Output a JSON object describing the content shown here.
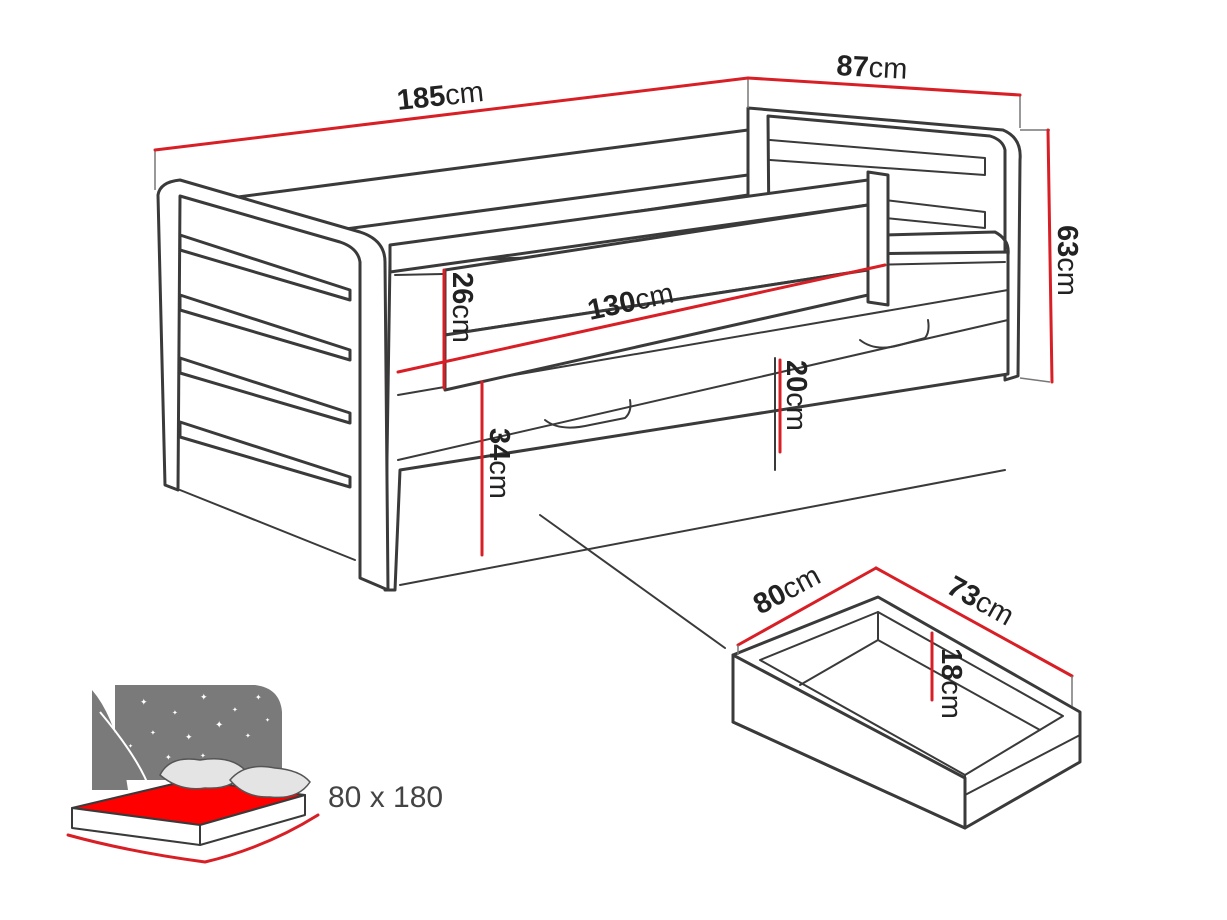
{
  "dimensions": {
    "length": {
      "value": "185",
      "unit": "cm"
    },
    "depth": {
      "value": "87",
      "unit": "cm"
    },
    "height": {
      "value": "63",
      "unit": "cm"
    },
    "guard_length": {
      "value": "130",
      "unit": "cm"
    },
    "guard_height": {
      "value": "26",
      "unit": "cm"
    },
    "drawer_front_height": {
      "value": "20",
      "unit": "cm"
    },
    "side_height": {
      "value": "34",
      "unit": "cm"
    }
  },
  "drawer": {
    "width": {
      "value": "80",
      "unit": "cm"
    },
    "depth": {
      "value": "73",
      "unit": "cm"
    },
    "height": {
      "value": "18",
      "unit": "cm"
    }
  },
  "mattress": {
    "size_label": "80 x 180"
  },
  "colors": {
    "dimension_line": "#d81f26",
    "outline": "#3a3a3a",
    "mattress": "#ff0000",
    "night_sky": "#7a7a7a"
  }
}
